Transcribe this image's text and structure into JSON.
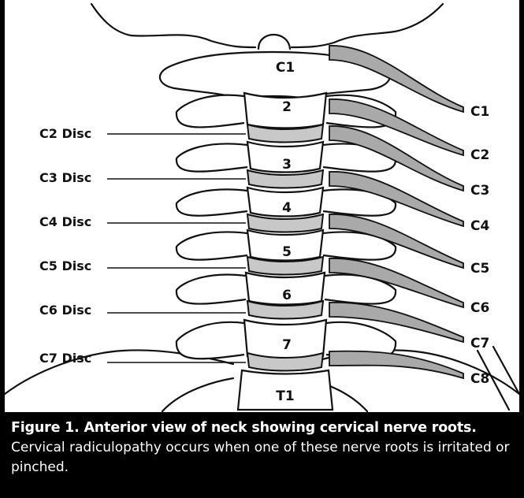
{
  "figure": {
    "vertebrae": [
      "C1",
      "2",
      "3",
      "4",
      "5",
      "6",
      "7",
      "T1"
    ],
    "disc_labels": [
      "C2 Disc",
      "C3 Disc",
      "C4 Disc",
      "C5 Disc",
      "C6 Disc",
      "C7 Disc"
    ],
    "nerve_root_labels": [
      "C1",
      "C2",
      "C3",
      "C4",
      "C5",
      "C6",
      "C7",
      "C8"
    ],
    "caption": {
      "title": "Figure 1. Anterior view of neck showing cervical nerve roots.",
      "body": "Cervical radiculopathy occurs when one of these nerve roots is irritated or pinched."
    }
  },
  "colors": {
    "background": "#000000",
    "panel": "#ffffff",
    "outline": "#111111",
    "disc_fill": "#c8c8c8",
    "nerve_fill": "#a9a9a9",
    "caption_text": "#ffffff"
  }
}
